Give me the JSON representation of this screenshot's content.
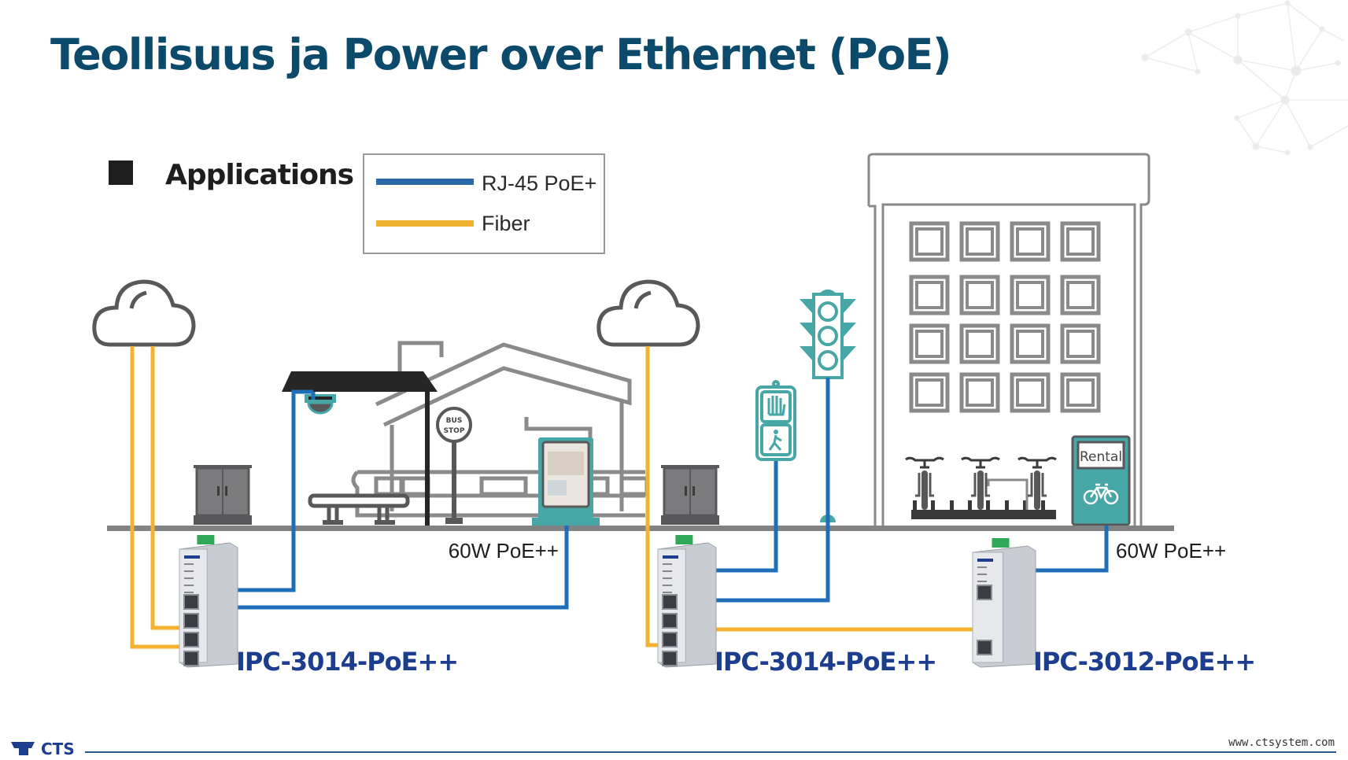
{
  "slide": {
    "title": "Teollisuus ja Power over Ethernet (PoE)"
  },
  "diagram": {
    "section_label": "Applications",
    "legend": {
      "items": [
        {
          "label": "RJ-45 PoE+",
          "color": "#2a6aa8"
        },
        {
          "label": "Fiber",
          "color": "#f0b030"
        }
      ]
    },
    "colors": {
      "rj45": "#1f6fb8",
      "fiber": "#f5b232",
      "teal": "#47a7a6",
      "outline": "#8a8a8a",
      "dark": "#58585a",
      "title": "#0b4a6b",
      "device_label": "#1d3d8f"
    },
    "power_labels": [
      "60W PoE++",
      "60W PoE++"
    ],
    "devices": [
      {
        "model": "IPC-3014-PoE++",
        "ports": 4
      },
      {
        "model": "IPC-3014-PoE++",
        "ports": 4
      },
      {
        "model": "IPC-3012-PoE++",
        "ports": 2
      }
    ],
    "scene": {
      "bus_stop_sign": [
        "BUS",
        "STOP"
      ],
      "rental_sign": "Rental",
      "icons": [
        "cloud-icon",
        "cloud-icon",
        "cabinet-icon",
        "cabinet-icon",
        "ip-camera-icon",
        "bus-shelter-icon",
        "bench-icon",
        "bus-stop-sign-icon",
        "digital-signage-kiosk-icon",
        "pedestrian-signal-icon",
        "traffic-light-icon",
        "office-building-icon",
        "bicycle-rack-icon",
        "bike-rental-station-icon"
      ]
    }
  },
  "footer": {
    "logo_text": "CTS",
    "url": "www.ctsystem.com"
  }
}
